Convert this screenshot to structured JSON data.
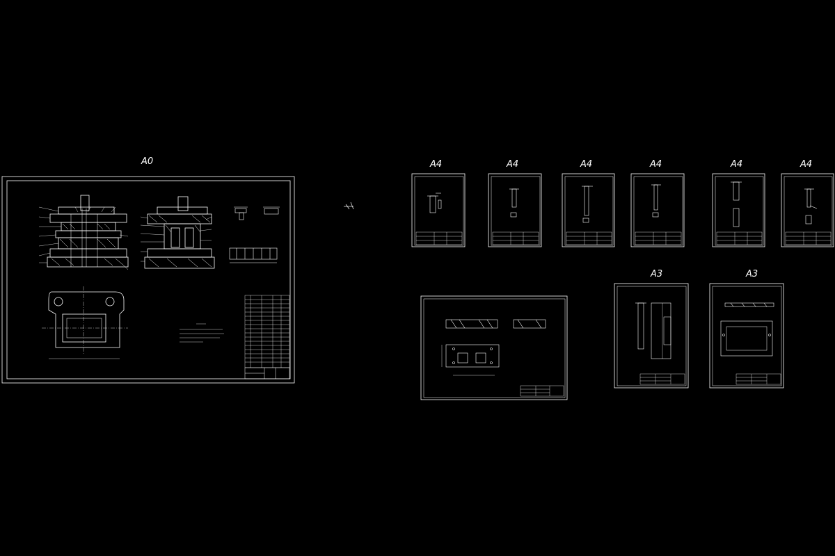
{
  "canvas": {
    "background": "#000000",
    "line_color": "#ffffff"
  },
  "sheets": [
    {
      "id": "assembly",
      "size_label": "A0"
    },
    {
      "id": "part-1",
      "size_label": "A4"
    },
    {
      "id": "part-2",
      "size_label": "A4"
    },
    {
      "id": "part-3",
      "size_label": "A4"
    },
    {
      "id": "part-4",
      "size_label": "A4"
    },
    {
      "id": "part-5",
      "size_label": "A4"
    },
    {
      "id": "part-6",
      "size_label": "A4"
    },
    {
      "id": "plate",
      "size_label": ""
    },
    {
      "id": "part-7",
      "size_label": "A3"
    },
    {
      "id": "part-8",
      "size_label": "A3"
    }
  ]
}
